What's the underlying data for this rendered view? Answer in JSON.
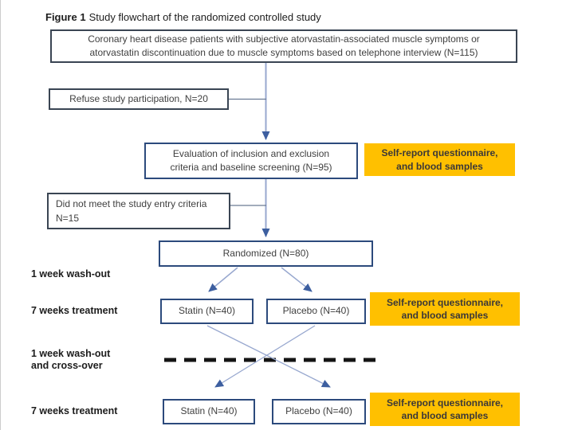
{
  "title": {
    "figure_label": "Figure 1",
    "text": "Study flowchart of the randomized controlled study"
  },
  "boxes": {
    "population": "Coronary heart disease patients with subjective atorvastatin-associated muscle symptoms or\natorvastatin discontinuation due to muscle symptoms based on telephone interview (N=115)",
    "refuse": "Refuse study participation, N=20",
    "evaluation": "Evaluation of inclusion and exclusion\ncriteria and baseline screening (N=95)",
    "not_meet": "Did not meet the study entry criteria\nN=15",
    "randomized": "Randomized (N=80)",
    "statin": "Statin (N=40)",
    "placebo": "Placebo (N=40)",
    "self_report": "Self-report questionnaire,\nand blood samples"
  },
  "phase_labels": {
    "washout_1": "1 week wash-out",
    "treatment_1": "7 weeks treatment",
    "washout_crossover": "1 week wash-out\nand cross-over",
    "treatment_2": "7 weeks treatment"
  },
  "colors": {
    "highlight_orange": "#FFC000",
    "navy_box_border": "#2c4a7c",
    "gray_box_border": "#3a4553",
    "connector_blue": "#98a8cf",
    "arrowhead_blue": "#3d5fa0",
    "dashed_line": "#141414"
  }
}
